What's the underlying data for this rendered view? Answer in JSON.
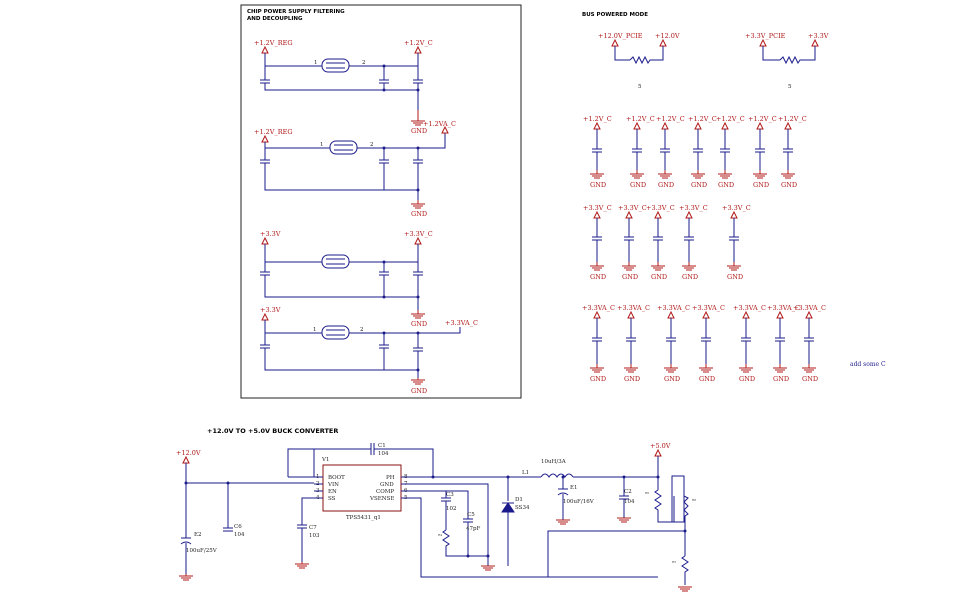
{
  "titles": {
    "filtering_line1": "CHIP POWER SUPPLY FILTERING",
    "filtering_line2": "AND DECOUPLING",
    "bus_powered": "BUS POWERED MODE",
    "buck": "+12.0V TO +5.0V BUCK CONVERTER"
  },
  "nets": {
    "v12_reg": "+1.2V_REG",
    "v12_c": "+1.2V_C",
    "v12va_c": "+1.2VA_C",
    "v33": "+3.3V",
    "v33_c": "+3.3V_C",
    "v33va_c": "+3.3VA_C",
    "v12_pcie": "+12.0V_PCIE",
    "v12": "+12.0V",
    "v33_pcie": "+3.3V_PCIE",
    "v33b": "+3.3V",
    "v50": "+5.0V",
    "gnd": "GND"
  },
  "ferrite": {
    "pin1": "1",
    "pin2": "2"
  },
  "buck": {
    "ic_name": "V1",
    "ic_part": "TPS5431_q1",
    "pins_left": [
      "BOOT",
      "VIN",
      "EN",
      "SS"
    ],
    "pins_right": [
      "PH",
      "GND",
      "COMP",
      "VSENSE"
    ],
    "pin_nums_left": [
      "1",
      "2",
      "3",
      "4"
    ],
    "pin_nums_right": [
      "8",
      "7",
      "6",
      "5"
    ],
    "c1_ref": "C1",
    "c1_val": "104",
    "l1_ref": "L1",
    "l1_val": "10uH/3A",
    "d1_ref": "D1",
    "d1_val": "SS34",
    "e1_ref": "E1",
    "e1_val": "100uF/16V",
    "c2_ref": "C2",
    "c2_val": "104",
    "e2_ref": "E2",
    "e2_val": "100uF/25V",
    "c6_ref": "C6",
    "c6_val": "104",
    "c7_ref": "C7",
    "c7_val": "103",
    "c3_ref": "C3",
    "c3_val": "102",
    "c5_ref": "C5",
    "c5_val": "47pF"
  },
  "note": "add some C",
  "res_value": "5"
}
